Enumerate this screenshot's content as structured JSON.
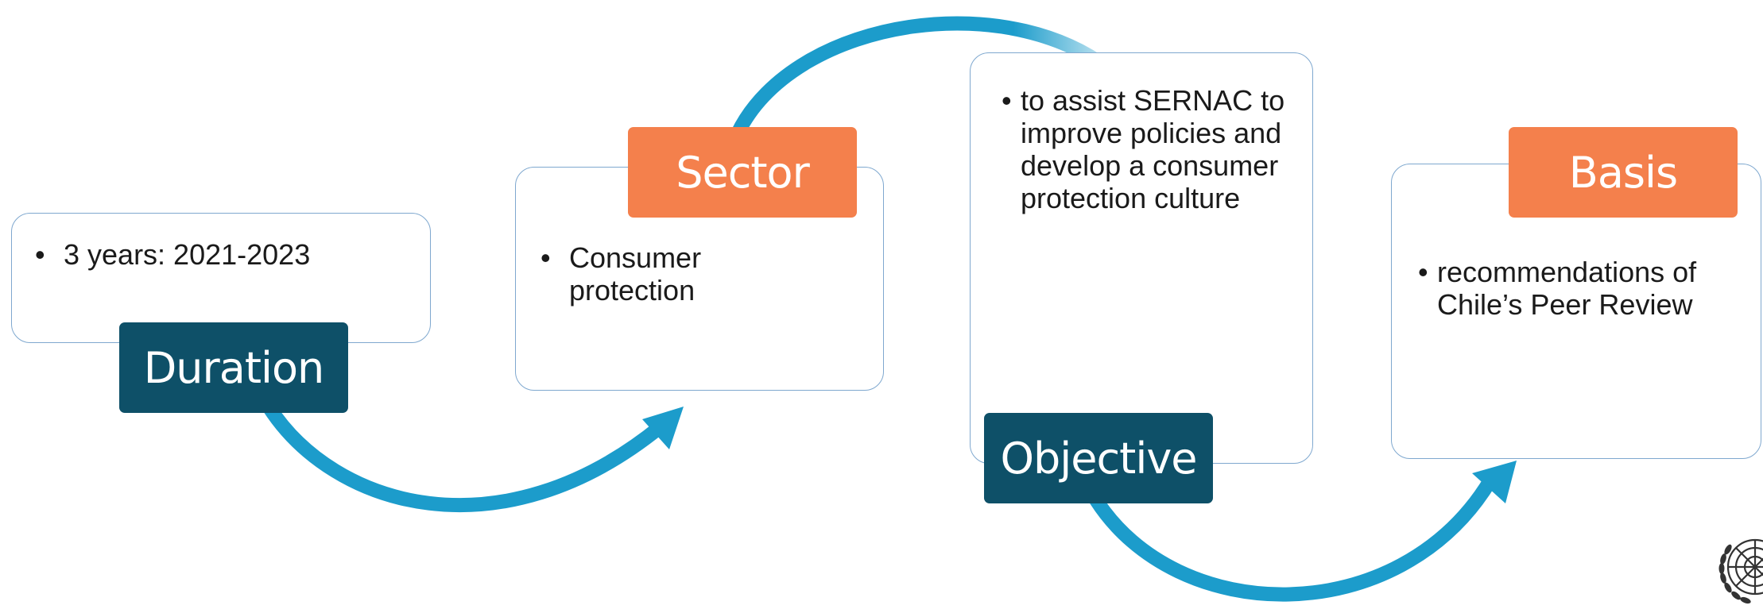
{
  "colors": {
    "arrow": "#1c9ccb",
    "dark_label": "#0e5068",
    "orange_label": "#f4804c",
    "card_border": "#7fa8cf"
  },
  "steps": [
    {
      "label": "Duration",
      "bullets": [
        "3 years: 2021-2023"
      ]
    },
    {
      "label": "Sector",
      "bullets": [
        "Consumer protection"
      ]
    },
    {
      "label": "Objective",
      "bullets": [
        "to assist SERNAC to improve policies and  develop a consumer protection culture"
      ]
    },
    {
      "label": "Basis",
      "bullets": [
        "recommendations of Chile’s Peer Review"
      ]
    }
  ],
  "icons": {
    "logo": "un-emblem-icon"
  }
}
